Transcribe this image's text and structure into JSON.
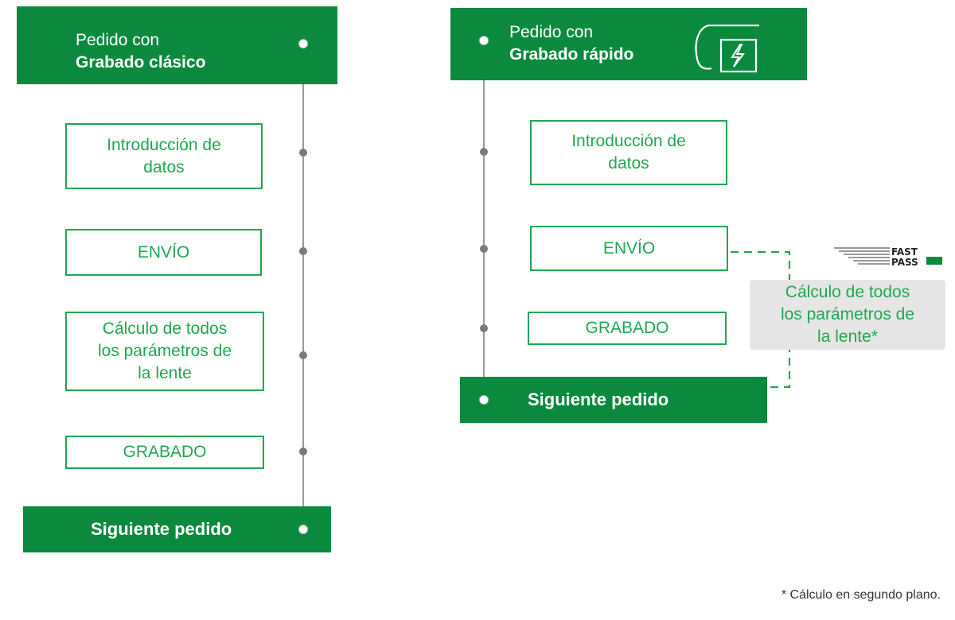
{
  "classic": {
    "header_line1": "Pedido con",
    "header_line2": "Grabado clásico",
    "steps": [
      "Introducción de\ndatos",
      "ENVÍO",
      "Cálculo de todos\nlos parámetros de\nla lente",
      "GRABADO"
    ],
    "footer": "Siguiente pedido"
  },
  "fast": {
    "header_line1": "Pedido con",
    "header_line2": "Grabado rápido",
    "header_icon": "lens-lightning-icon",
    "steps": [
      "Introducción de\ndatos",
      "ENVÍO",
      "GRABADO"
    ],
    "callout": "Cálculo de todos\nlos parámetros de\nla lente*",
    "footer": "Siguiente pedido",
    "logo_text_line1": "FAST",
    "logo_text_line2": "PASS"
  },
  "footnote": "* Cálculo en segundo plano.",
  "colors": {
    "brand_green": "#0b8a3e",
    "outline_green": "#1fa84f",
    "timeline_gray": "#9a9a9a",
    "callout_gray": "#e6e6e6"
  }
}
